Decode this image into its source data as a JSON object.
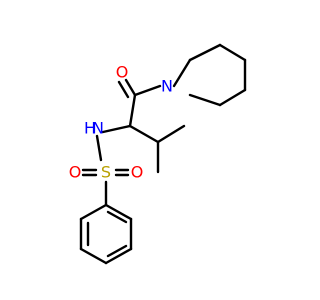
{
  "molecule": {
    "atoms": {
      "O_carbonyl": {
        "label": "O",
        "color": "#ff0000"
      },
      "N_piperidine": {
        "label": "N",
        "color": "#0000ff"
      },
      "N_amide": {
        "label": "N",
        "h_label": "H",
        "color": "#0000ff"
      },
      "S": {
        "label": "S",
        "color": "#b8a000"
      },
      "O_sulfonyl_left": {
        "label": "O",
        "color": "#ff0000"
      },
      "O_sulfonyl_right": {
        "label": "O",
        "color": "#ff0000"
      }
    },
    "bond_color": "#000000",
    "background": "#ffffff"
  }
}
